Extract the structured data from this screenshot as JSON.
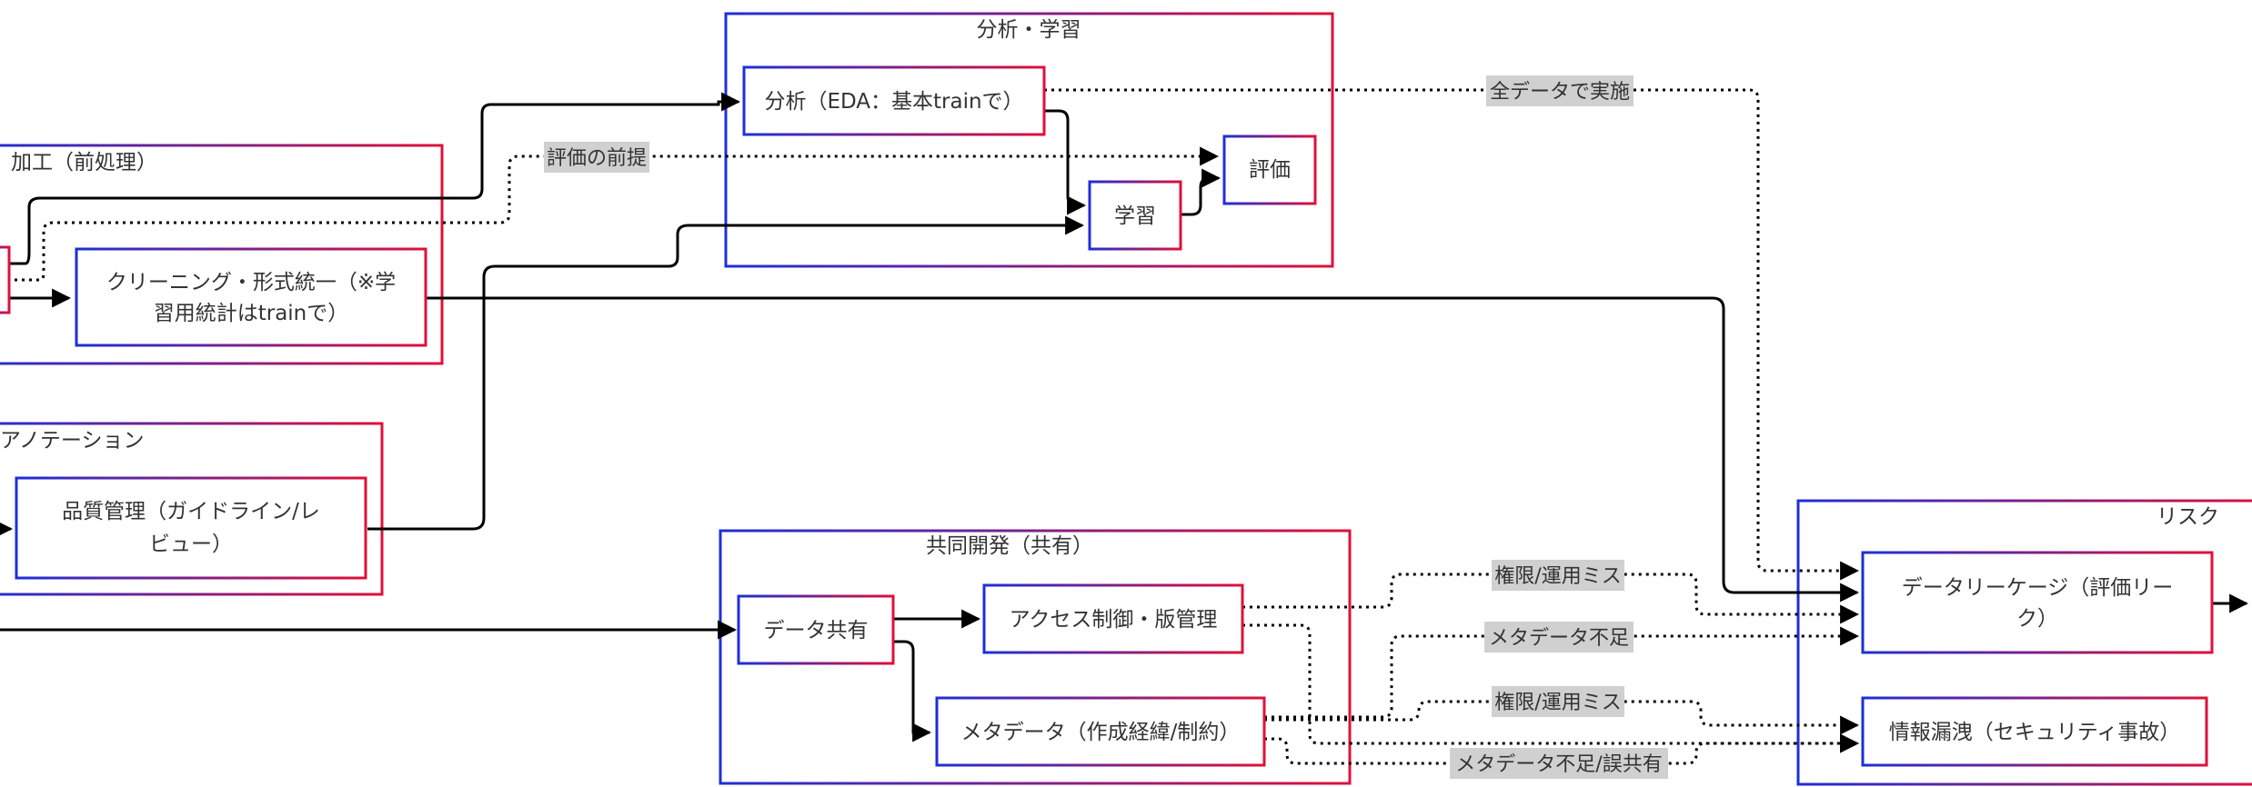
{
  "groups": {
    "processing": "加工（前処理）",
    "annotation": "アノテーション",
    "analysis": "分析・学習",
    "collab": "共同開発（共有）",
    "risk": "リスク"
  },
  "nodes": {
    "cleaning": [
      "クリーニング・形式統一（※学",
      "習用統計はtrainで）"
    ],
    "quality": [
      "品質管理（ガイドライン/レ",
      "ビュー）"
    ],
    "eda": [
      "分析（EDA：基本trainで）"
    ],
    "learning": [
      "学習"
    ],
    "evaluation": [
      "評価"
    ],
    "sharing": [
      "データ共有"
    ],
    "access": [
      "アクセス制御・版管理"
    ],
    "metadata": [
      "メタデータ（作成経緯/制約）"
    ],
    "leakage": [
      "データリーケージ（評価リー",
      "ク）"
    ],
    "security": [
      "情報漏洩（セキュリティ事故）"
    ]
  },
  "edge_labels": {
    "eval_premise": "評価の前提",
    "all_data": "全データで実施",
    "perm_error_1": "権限/運用ミス",
    "meta_lack_1": "メタデータ不足",
    "perm_error_2": "権限/運用ミス",
    "meta_lack_share": "メタデータ不足/誤共有"
  },
  "colors": {
    "border_blue": "#1f2fd6",
    "border_red": "#e0103a",
    "label_bg": "#d0d0d0",
    "edge": "#000000"
  }
}
